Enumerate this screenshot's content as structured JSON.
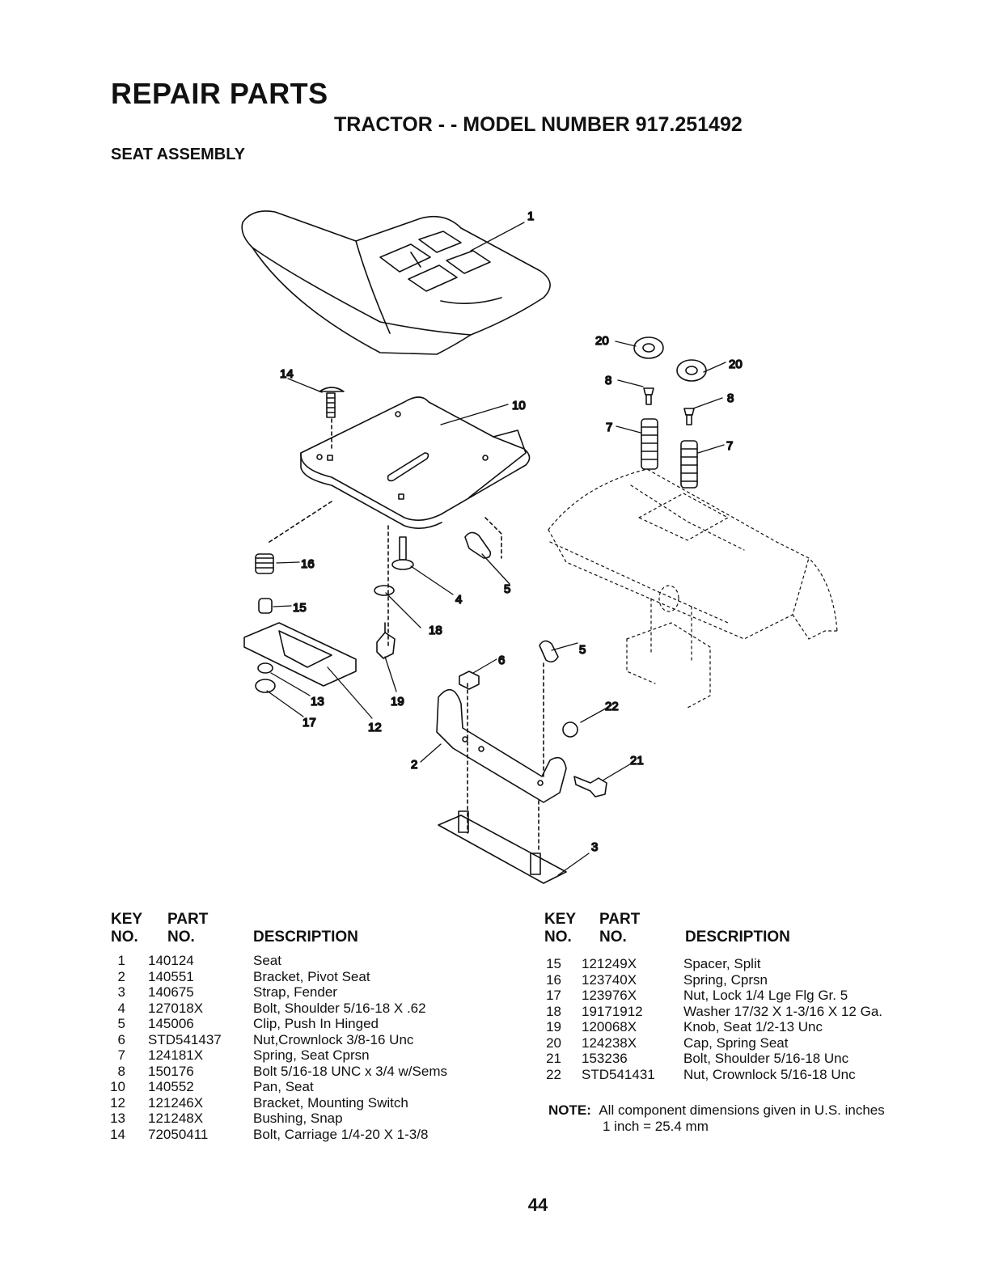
{
  "header": {
    "title": "REPAIR PARTS",
    "subtitle": "TRACTOR - - MODEL NUMBER 917.251492",
    "section": "SEAT ASSEMBLY"
  },
  "diagram": {
    "callouts": [
      "1",
      "2",
      "3",
      "4",
      "5",
      "5",
      "6",
      "7",
      "7",
      "8",
      "8",
      "10",
      "12",
      "13",
      "14",
      "15",
      "16",
      "17",
      "18",
      "19",
      "20",
      "20",
      "21",
      "22"
    ]
  },
  "table_headers": {
    "key_line1": "KEY",
    "key_line2": "NO.",
    "part_line1": "PART",
    "part_line2": "NO.",
    "description": "DESCRIPTION"
  },
  "parts_left": [
    {
      "key": "1",
      "part": "140124",
      "desc": "Seat"
    },
    {
      "key": "2",
      "part": "140551",
      "desc": "Bracket, Pivot Seat"
    },
    {
      "key": "3",
      "part": "140675",
      "desc": "Strap, Fender"
    },
    {
      "key": "4",
      "part": "127018X",
      "desc": "Bolt, Shoulder 5/16-18 X .62"
    },
    {
      "key": "5",
      "part": "145006",
      "desc": "Clip, Push In Hinged"
    },
    {
      "key": "6",
      "part": "STD541437",
      "desc": "Nut,Crownlock 3/8-16 Unc"
    },
    {
      "key": "7",
      "part": "124181X",
      "desc": "Spring, Seat Cprsn"
    },
    {
      "key": "8",
      "part": "150176",
      "desc": "Bolt 5/16-18 UNC x 3/4 w/Sems"
    },
    {
      "key": "10",
      "part": "140552",
      "desc": "Pan, Seat"
    },
    {
      "key": "12",
      "part": "121246X",
      "desc": "Bracket, Mounting Switch"
    },
    {
      "key": "13",
      "part": "121248X",
      "desc": "Bushing, Snap"
    },
    {
      "key": "14",
      "part": "72050411",
      "desc": "Bolt, Carriage 1/4-20 X 1-3/8"
    }
  ],
  "parts_right": [
    {
      "key": "15",
      "part": "121249X",
      "desc": "Spacer, Split"
    },
    {
      "key": "16",
      "part": "123740X",
      "desc": "Spring, Cprsn"
    },
    {
      "key": "17",
      "part": "123976X",
      "desc": "Nut, Lock 1/4 Lge Flg Gr. 5"
    },
    {
      "key": "18",
      "part": "19171912",
      "desc": "Washer 17/32 X 1-3/16 X 12 Ga."
    },
    {
      "key": "19",
      "part": "120068X",
      "desc": "Knob, Seat 1/2-13 Unc"
    },
    {
      "key": "20",
      "part": "124238X",
      "desc": "Cap, Spring Seat"
    },
    {
      "key": "21",
      "part": "153236",
      "desc": "Bolt, Shoulder 5/16-18 Unc"
    },
    {
      "key": "22",
      "part": "STD541431",
      "desc": "Nut, Crownlock 5/16-18 Unc"
    }
  ],
  "note": {
    "label": "NOTE:",
    "line1": "All component dimensions given in U.S. inches",
    "line2": "1 inch = 25.4 mm"
  },
  "page_number": "44"
}
